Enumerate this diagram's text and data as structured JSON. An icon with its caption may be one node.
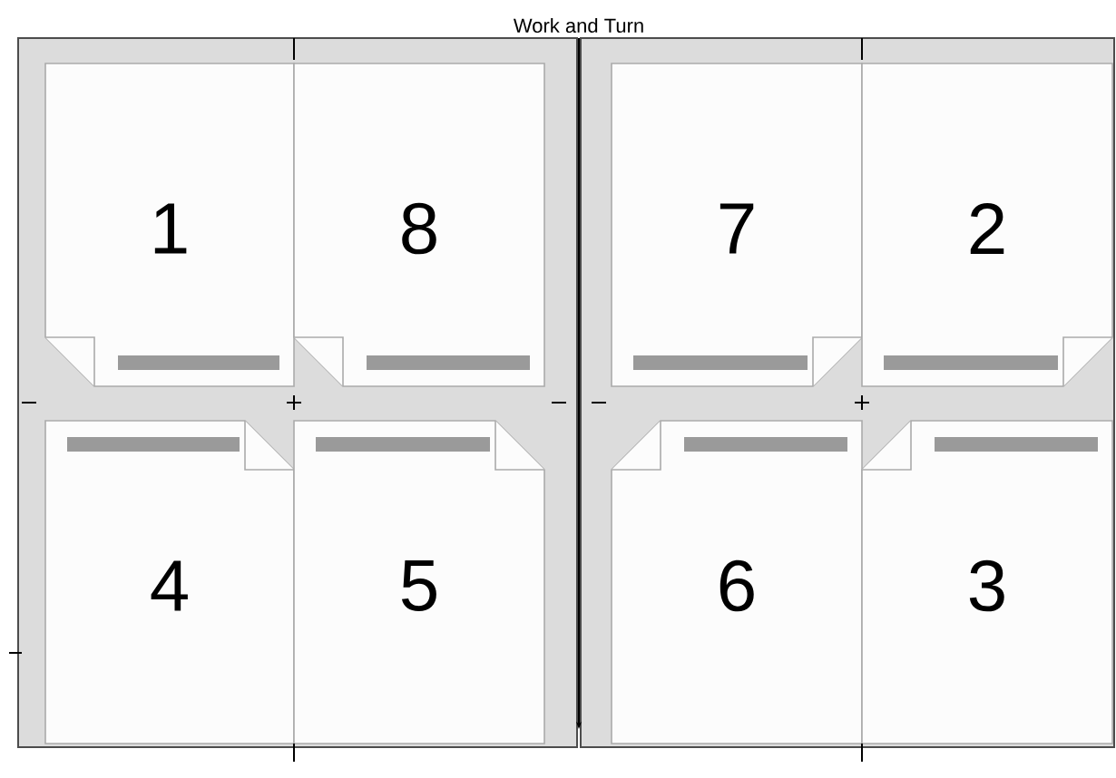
{
  "diagram": {
    "title": "Work and Turn",
    "nodes": [
      {
        "text": [
          "1"
        ]
      },
      {
        "text": [
          "8"
        ]
      },
      {
        "text": [
          "7"
        ]
      },
      {
        "text": [
          "2"
        ]
      },
      {
        "text": [
          "4"
        ]
      },
      {
        "text": [
          "5"
        ]
      },
      {
        "text": [
          "6"
        ]
      },
      {
        "text": [
          "3"
        ]
      }
    ]
  }
}
